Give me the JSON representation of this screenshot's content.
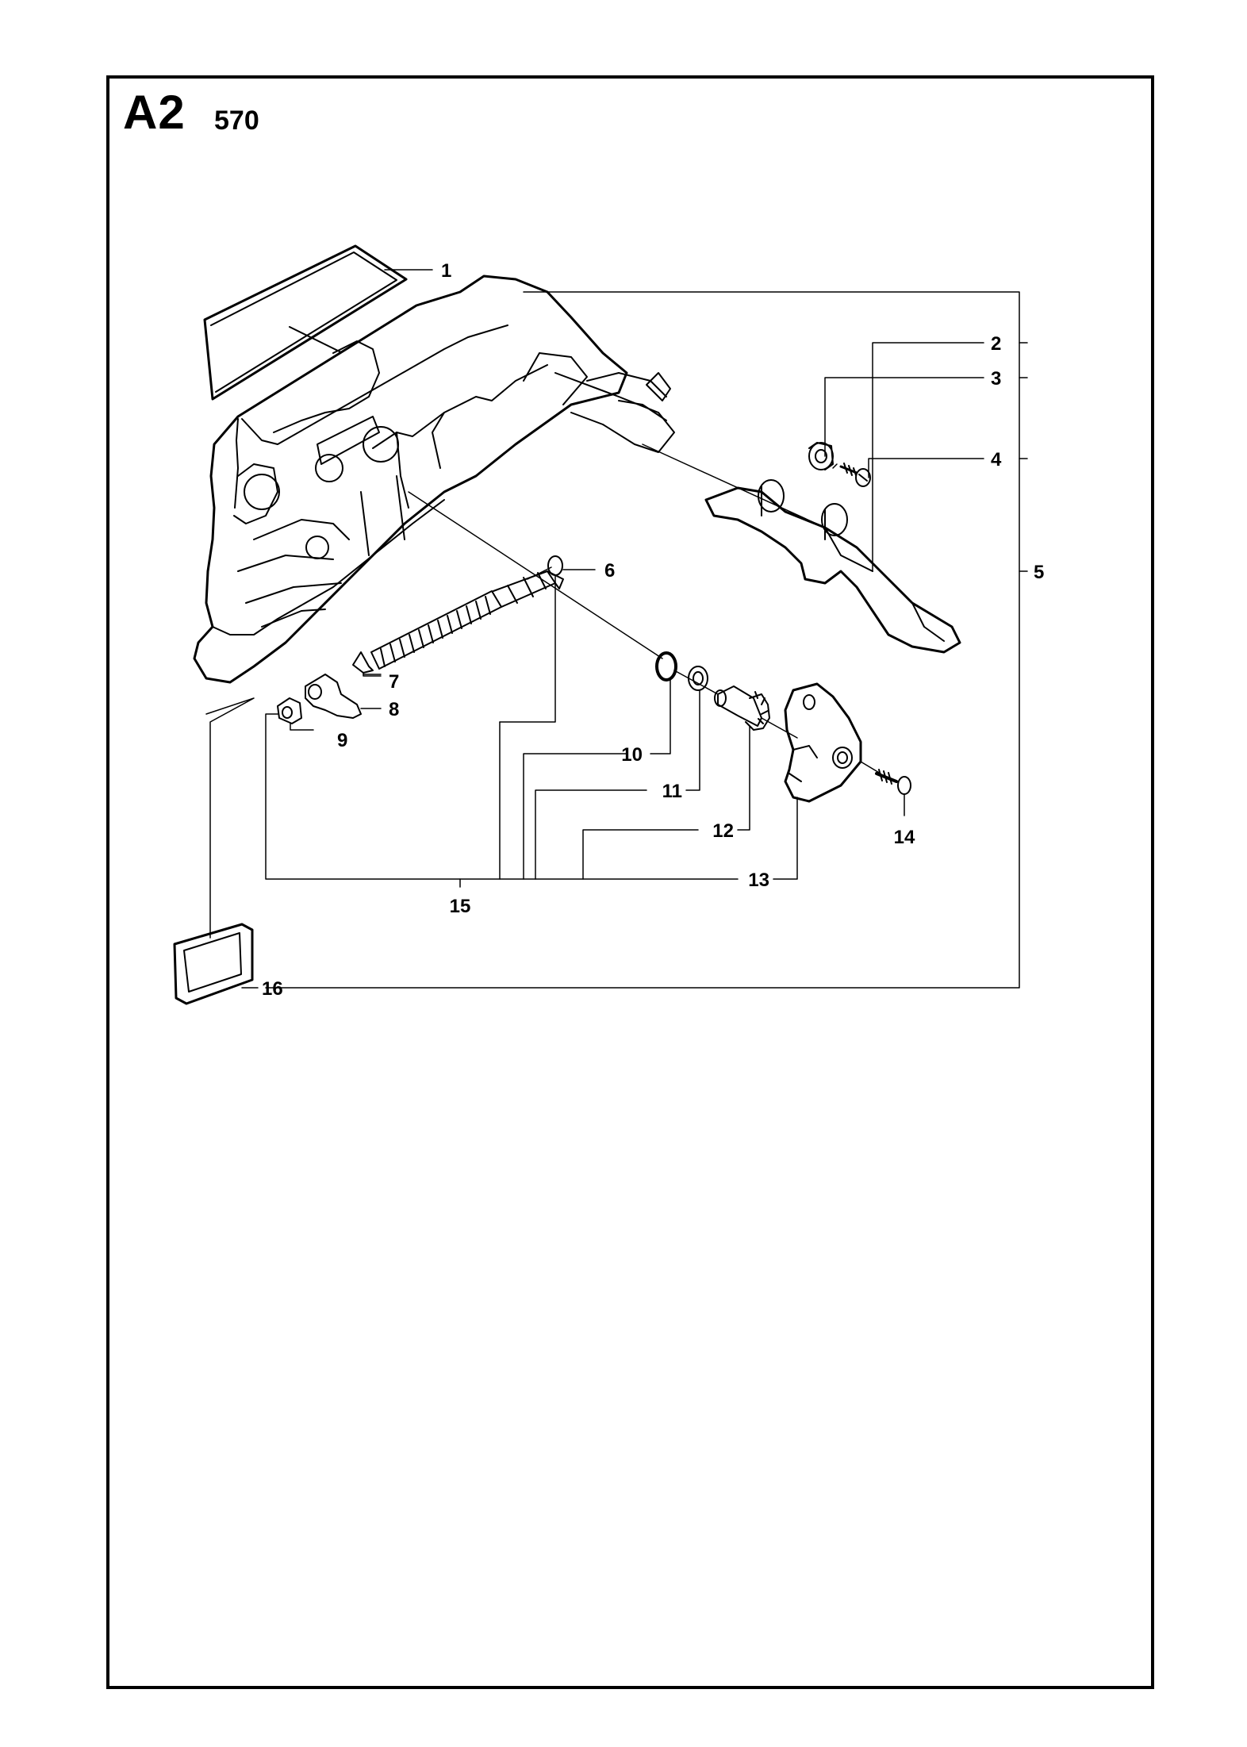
{
  "header": {
    "section": "A2",
    "model": "570"
  },
  "callouts": {
    "c1": "1",
    "c2": "2",
    "c3": "3",
    "c4": "4",
    "c5": "5",
    "c6": "6",
    "c7": "7",
    "c8": "8",
    "c9": "9",
    "c10": "10",
    "c11": "11",
    "c12": "12",
    "c13": "13",
    "c14": "14",
    "c15": "15",
    "c16": "16"
  }
}
